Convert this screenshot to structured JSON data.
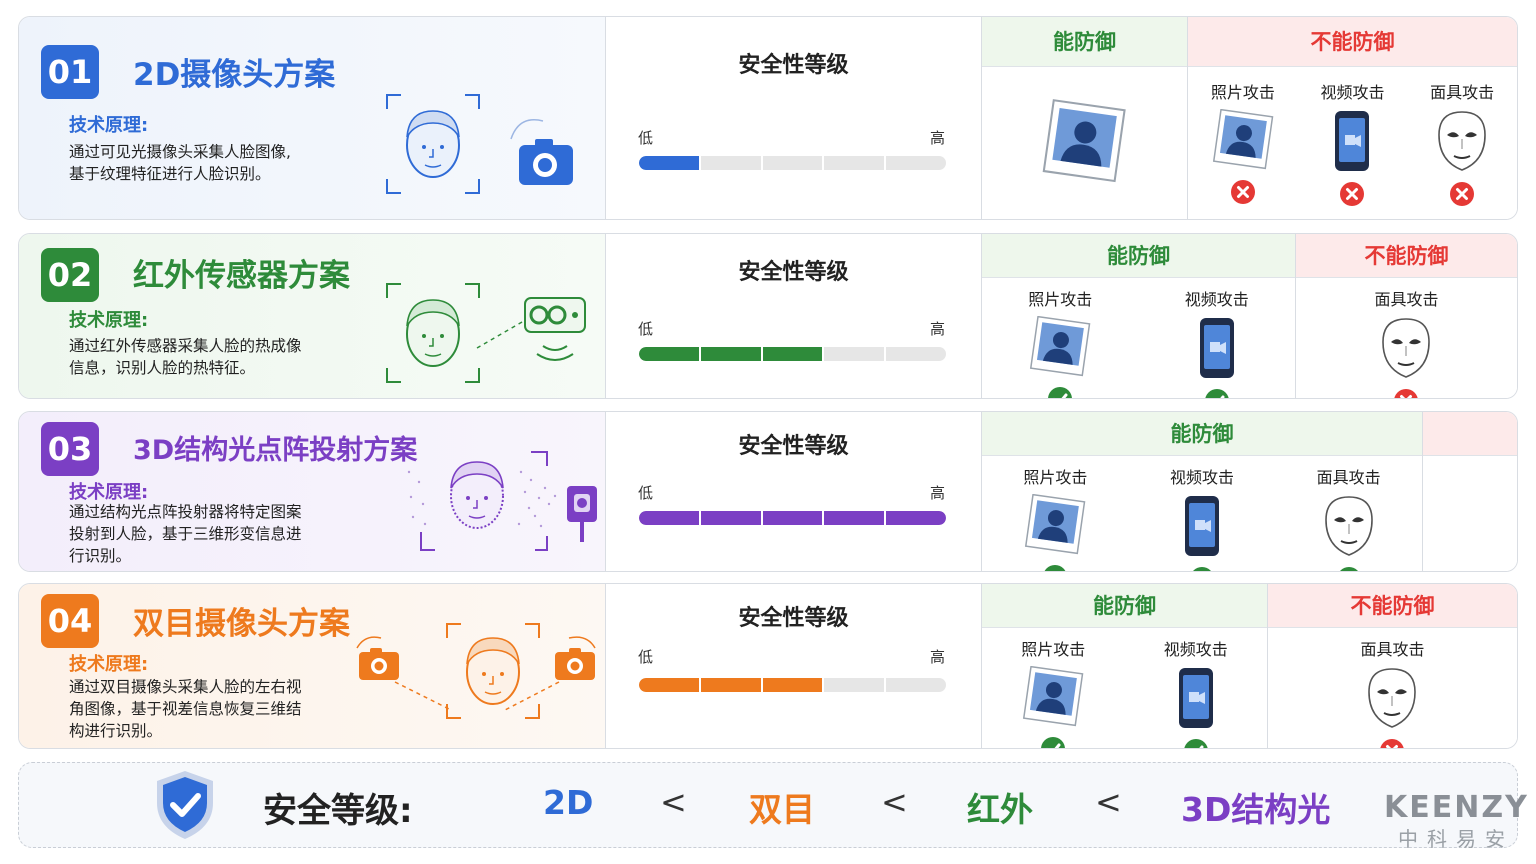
{
  "colors": {
    "blue": "#2f6bd6",
    "green": "#2e8b3a",
    "purple": "#7b3fc4",
    "orange": "#ee7a1e",
    "can_defend": "#2e8b3a",
    "cannot_defend": "#e53935"
  },
  "schemes": [
    {
      "num": "01",
      "title": "2D摄像头方案",
      "principle_label": "技术原理:",
      "principle_lines": [
        "通过可见光摄像头采集人脸图像,",
        "基于纹理特征进行人脸识别。"
      ],
      "security_title": "安全性等级",
      "low": "低",
      "high": "高",
      "security_level": 1,
      "security_max": 5,
      "can_label": "能防御",
      "cannot_label": "不能防御",
      "can_defend": [],
      "cannot_defend": [
        "照片攻击",
        "视频攻击",
        "面具攻击"
      ]
    },
    {
      "num": "02",
      "title": "红外传感器方案",
      "principle_label": "技术原理:",
      "principle_lines": [
        "通过红外传感器采集人脸的热成像",
        "信息，识别人脸的热特征。"
      ],
      "security_title": "安全性等级",
      "low": "低",
      "high": "高",
      "security_level": 3,
      "security_max": 5,
      "can_label": "能防御",
      "cannot_label": "不能防御",
      "can_defend": [
        "照片攻击",
        "视频攻击"
      ],
      "cannot_defend": [
        "面具攻击"
      ]
    },
    {
      "num": "03",
      "title": "3D结构光点阵投射方案",
      "principle_label": "技术原理:",
      "principle_lines": [
        "通过结构光点阵投射器将特定图案",
        "投射到人脸，基于三维形变信息进",
        "行识别。"
      ],
      "security_title": "安全性等级",
      "low": "低",
      "high": "高",
      "security_level": 5,
      "security_max": 5,
      "can_label": "能防御",
      "cannot_label": "",
      "can_defend": [
        "照片攻击",
        "视频攻击",
        "面具攻击"
      ],
      "cannot_defend": []
    },
    {
      "num": "04",
      "title": "双目摄像头方案",
      "principle_label": "技术原理:",
      "principle_lines": [
        "通过双目摄像头采集人脸的左右视",
        "角图像，基于视差信息恢复三维结",
        "构进行识别。"
      ],
      "security_title": "安全性等级",
      "low": "低",
      "high": "高",
      "security_level": 3,
      "security_max": 5,
      "can_label": "能防御",
      "cannot_label": "不能防御",
      "can_defend": [
        "照片攻击",
        "视频攻击"
      ],
      "cannot_defend": [
        "面具攻击"
      ]
    }
  ],
  "summary": {
    "label": "安全等级:",
    "order": [
      "2D",
      "双目",
      "红外",
      "3D结构光"
    ],
    "separator": "<"
  },
  "brand": {
    "en": "KEENZY",
    "cn": "中科易安"
  }
}
